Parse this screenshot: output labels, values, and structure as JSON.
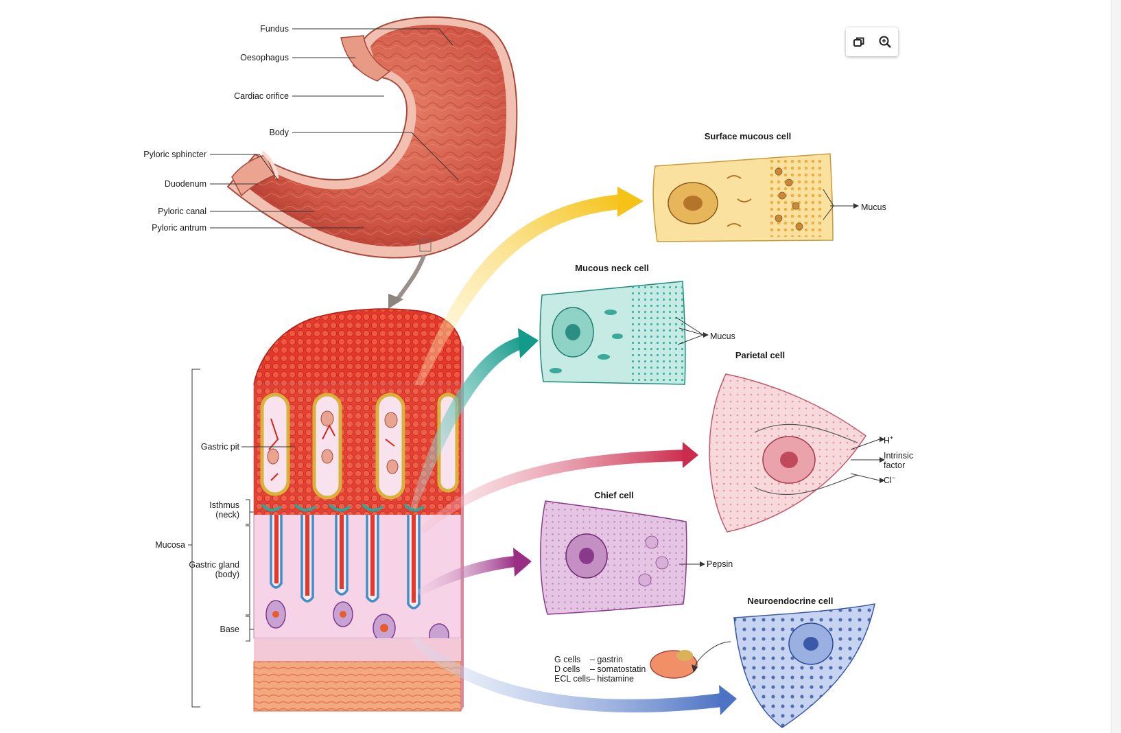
{
  "stomach_labels": {
    "fundus": "Fundus",
    "oesophagus": "Oesophagus",
    "cardiac_orifice": "Cardiac orifice",
    "body": "Body",
    "pyloric_sphincter": "Pyloric sphincter",
    "duodenum": "Duodenum",
    "pyloric_canal": "Pyloric canal",
    "pyloric_antrum": "Pyloric antrum"
  },
  "mucosa_labels": {
    "gastric_pit": "Gastric pit",
    "isthmus_line1": "Isthmus",
    "isthmus_line2": "(neck)",
    "mucosa": "Mucosa",
    "gastric_gland_line1": "Gastric gland",
    "gastric_gland_line2": "(body)",
    "base": "Base"
  },
  "cells": {
    "surface_mucous": {
      "title": "Surface mucous cell",
      "output": "Mucus",
      "color": "#f3c24a"
    },
    "mucous_neck": {
      "title": "Mucous neck cell",
      "output": "Mucus",
      "color": "#2aa89a"
    },
    "parietal": {
      "title": "Parietal cell",
      "output_h": "H",
      "output_h_sup": "+",
      "output_if1": "Intrinsic",
      "output_if2": "factor",
      "output_cl": "Cl",
      "output_cl_sup": "−",
      "color": "#d9506a"
    },
    "chief": {
      "title": "Chief cell",
      "output": "Pepsin",
      "color": "#a5478f"
    },
    "neuroendocrine": {
      "title": "Neuroendocrine cell",
      "color": "#5b7fc9",
      "legend": [
        {
          "cell": "G cells",
          "product": "– gastrin"
        },
        {
          "cell": "D cells",
          "product": "– somatostatin"
        },
        {
          "cell": "ECL cells",
          "product": "– histamine"
        }
      ]
    }
  },
  "toolbar": {
    "icons": [
      "open-in-window-icon",
      "zoom-in-icon"
    ]
  }
}
